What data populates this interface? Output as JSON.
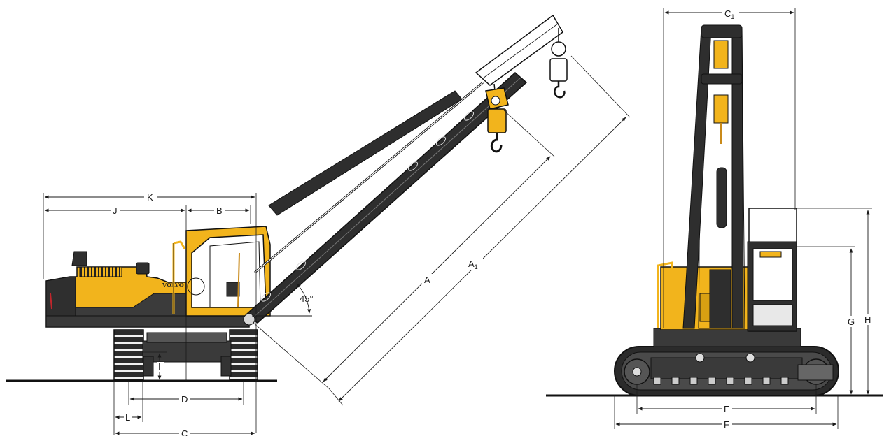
{
  "diagram": {
    "brand_logo": "VOLVO",
    "angle_label": "45°",
    "side_view_labels": {
      "K": "K",
      "J": "J",
      "B": "B",
      "A": "A",
      "A1_main": "A",
      "A1_sub": "1",
      "I": "I",
      "D": "D",
      "L": "L",
      "C": "C"
    },
    "front_view_labels": {
      "C1_main": "C",
      "C1_sub": "1",
      "G": "G",
      "H": "H",
      "E": "E",
      "F": "F"
    },
    "colors": {
      "machine_yellow": "#f2b41c",
      "machine_dark": "#3a3a3a",
      "outline": "#1a1a1a",
      "ground": "#111111"
    }
  }
}
